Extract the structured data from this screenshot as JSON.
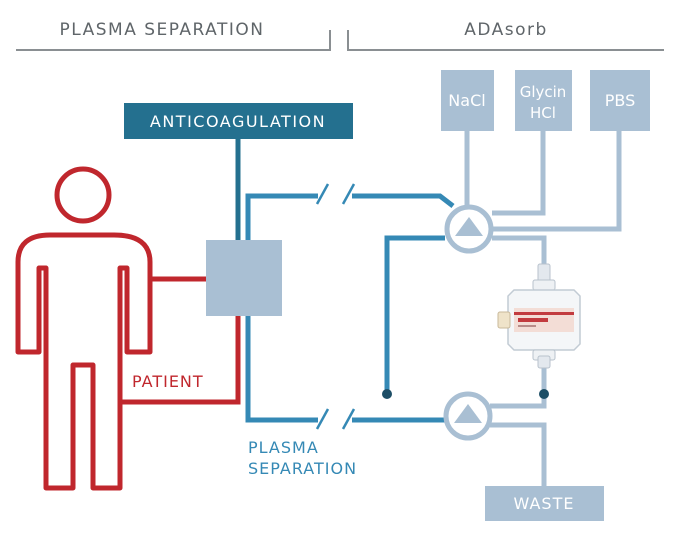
{
  "header": {
    "left_label": "PLASMA SEPARATION",
    "right_label": "ADAsorb"
  },
  "boxes": {
    "anticoagulation": "ANTICOAGULATION",
    "nacl": "NaCl",
    "glycin_line1": "Glycin",
    "glycin_line2": "HCl",
    "pbs": "PBS",
    "waste": "WASTE"
  },
  "labels": {
    "patient": "PATIENT",
    "plasma_separation_line1": "PLASMA",
    "plasma_separation_line2": "SEPARATION"
  },
  "colors": {
    "red": "#c0272d",
    "teal_dark": "#24708f",
    "teal": "#3589b5",
    "light_blue": "#a9bfd3",
    "gray_header": "#5f6569",
    "header_line": "#8a8f92"
  }
}
